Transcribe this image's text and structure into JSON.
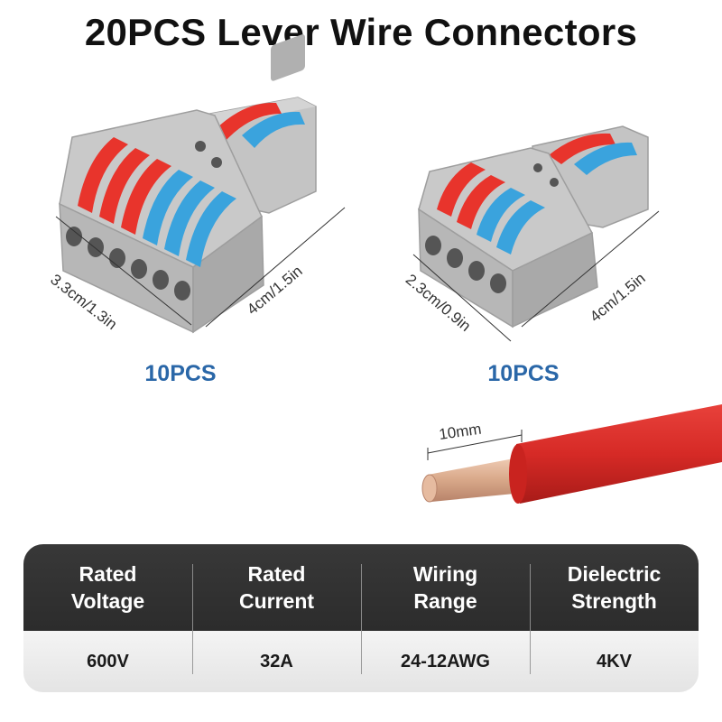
{
  "title": "20PCS Lever Wire Connectors",
  "products": [
    {
      "count_label": "10PCS",
      "width_dim": "3.3cm/1.3in",
      "depth_dim": "4cm/1.5in",
      "input_levers": 6,
      "output_levers": 2,
      "lever_colors": [
        "#e8342c",
        "#e8342c",
        "#e8342c",
        "#3aa3dd",
        "#3aa3dd",
        "#3aa3dd"
      ]
    },
    {
      "count_label": "10PCS",
      "width_dim": "2.3cm/0.9in",
      "depth_dim": "4cm/1.5in",
      "input_levers": 4,
      "output_levers": 2,
      "lever_colors": [
        "#e8342c",
        "#e8342c",
        "#3aa3dd",
        "#3aa3dd"
      ]
    }
  ],
  "wire": {
    "strip_length": "10mm",
    "insulation_color": "#d62a26",
    "conductor_color": "#d9a98a"
  },
  "specs": {
    "headers": [
      "Rated\nVoltage",
      "Rated\nCurrent",
      "Wiring\nRange",
      "Dielectric\nStrength"
    ],
    "values": [
      "600V",
      "32A",
      "24-12AWG",
      "4KV"
    ]
  },
  "colors": {
    "count_label": "#2a67a8",
    "housing_gray": "#bdbdbd",
    "table_header_bg": "#333333",
    "table_body_bg": "#ececec"
  }
}
